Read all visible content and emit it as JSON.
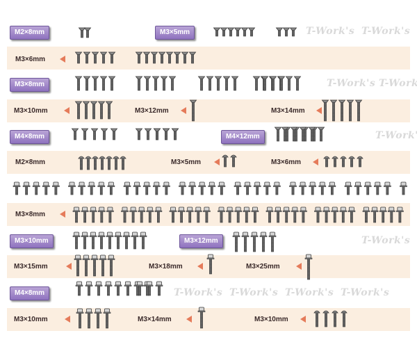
{
  "watermark": "T-Work's",
  "labels": [
    {
      "id": "r1a",
      "text": "M2×8mm"
    },
    {
      "id": "r1b",
      "text": "M3×5mm"
    },
    {
      "id": "r2a",
      "text": "M3×6mm"
    },
    {
      "id": "r3a",
      "text": "M3×8mm"
    },
    {
      "id": "r4a",
      "text": "M3×10mm"
    },
    {
      "id": "r4b",
      "text": "M3×12mm"
    },
    {
      "id": "r4c",
      "text": "M3×14mm"
    },
    {
      "id": "r5a",
      "text": "M4×8mm"
    },
    {
      "id": "r5b",
      "text": "M4×12mm"
    },
    {
      "id": "r6a",
      "text": "M2×8mm"
    },
    {
      "id": "r6b",
      "text": "M3×5mm"
    },
    {
      "id": "r6c",
      "text": "M3×6mm"
    },
    {
      "id": "r8a",
      "text": "M3×8mm"
    },
    {
      "id": "r9a",
      "text": "M3×10mm"
    },
    {
      "id": "r9b",
      "text": "M3×12mm"
    },
    {
      "id": "r10a",
      "text": "M3×15mm"
    },
    {
      "id": "r10b",
      "text": "M3×18mm"
    },
    {
      "id": "r10c",
      "text": "M3×25mm"
    },
    {
      "id": "r11a",
      "text": "M4×8mm"
    },
    {
      "id": "r12a",
      "text": "M3×10mm"
    },
    {
      "id": "r12b",
      "text": "M3×14mm"
    },
    {
      "id": "r12c",
      "text": "M3×10mm"
    }
  ],
  "screw_groups": [
    {
      "type": "countersunk",
      "count": 2
    },
    {
      "type": "countersunk",
      "count": 6
    },
    {
      "type": "countersunk",
      "count": 3
    },
    {
      "type": "countersunk",
      "count": 5
    },
    {
      "type": "countersunk",
      "count": 8
    },
    {
      "type": "countersunk",
      "count": 5
    },
    {
      "type": "countersunk",
      "count": 5
    },
    {
      "type": "countersunk",
      "count": 5
    },
    {
      "type": "countersunk",
      "count": 5
    },
    {
      "type": "countersunk",
      "count": 5
    },
    {
      "type": "countersunk",
      "count": 1
    },
    {
      "type": "countersunk",
      "count": 4
    },
    {
      "type": "countersunk",
      "count": 5
    },
    {
      "type": "countersunk",
      "count": 5
    },
    {
      "type": "countersunk",
      "count": 5
    },
    {
      "type": "countersunk",
      "count": 5
    },
    {
      "type": "countersunk",
      "count": 3
    },
    {
      "type": "countersunk",
      "count": 5
    },
    {
      "type": "button",
      "count": 7
    },
    {
      "type": "button",
      "count": 2
    },
    {
      "type": "button",
      "count": 5
    },
    {
      "type": "flange",
      "count": 40
    },
    {
      "type": "flange",
      "count": 38
    },
    {
      "type": "flange",
      "count": 9
    },
    {
      "type": "flange",
      "count": 9
    },
    {
      "type": "flange",
      "count": 5
    },
    {
      "type": "flange",
      "count": 5
    },
    {
      "type": "flange",
      "count": 1
    },
    {
      "type": "flange",
      "count": 1
    },
    {
      "type": "flange",
      "count": 8
    },
    {
      "type": "flange",
      "count": 3
    },
    {
      "type": "flange",
      "count": 4
    },
    {
      "type": "flange",
      "count": 1
    },
    {
      "type": "button",
      "count": 4
    }
  ]
}
